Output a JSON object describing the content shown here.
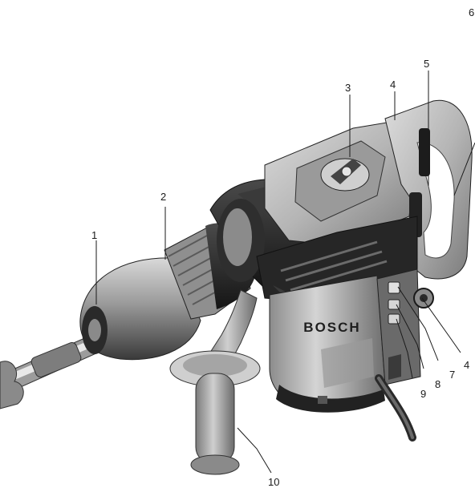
{
  "brand": "BOSCH",
  "colors": {
    "body_gray": "#b9b9b9",
    "dark_gray": "#5c5c5c",
    "black": "#1e1e1e",
    "light_gray": "#e2e2e2",
    "background": "#ffffff"
  },
  "callouts": {
    "c1": "1",
    "c2": "2",
    "c3": "3",
    "c4a": "4",
    "c4b": "4",
    "c5": "5",
    "c6": "6",
    "c7": "7",
    "c8": "8",
    "c9": "9",
    "c10": "10"
  }
}
